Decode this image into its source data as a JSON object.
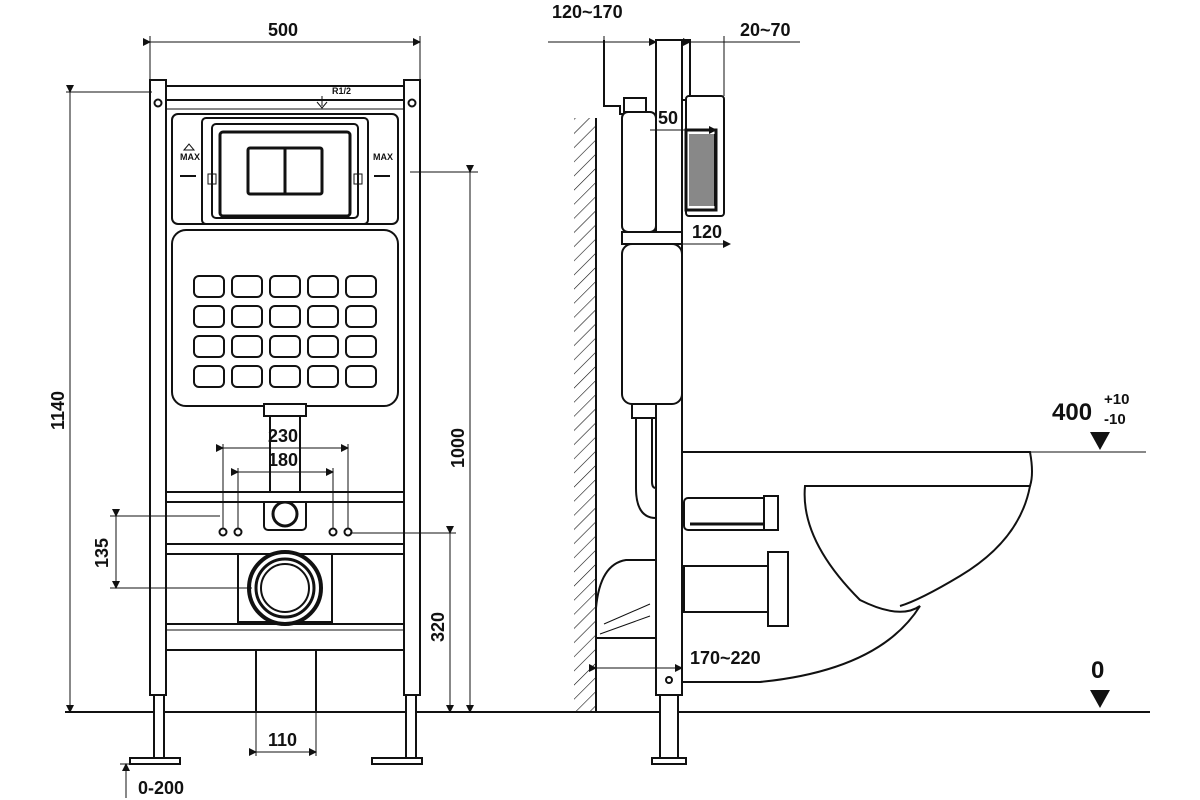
{
  "front_view": {
    "width": "500",
    "height": "1140",
    "inlet_thread": "R1/2",
    "outlet_height": "1000",
    "bolt_spacing_outer": "230",
    "bolt_spacing_inner": "180",
    "bolt_vertical": "135",
    "drain_height": "320",
    "foot_width": "110",
    "foot_adjust": "0-200",
    "panel_label_left": "MAX",
    "panel_label_right": "MAX"
  },
  "side_view": {
    "wall_distance": "120~170",
    "wall_thickness": "20~70",
    "pipe_offset": "50",
    "frame_depth": "120",
    "drain_distance": "170~220",
    "bowl_height": "400",
    "bowl_tolerance_plus": "+10",
    "bowl_tolerance_minus": "-10",
    "floor_level": "0"
  },
  "colors": {
    "line": "#111111",
    "background": "#ffffff"
  }
}
